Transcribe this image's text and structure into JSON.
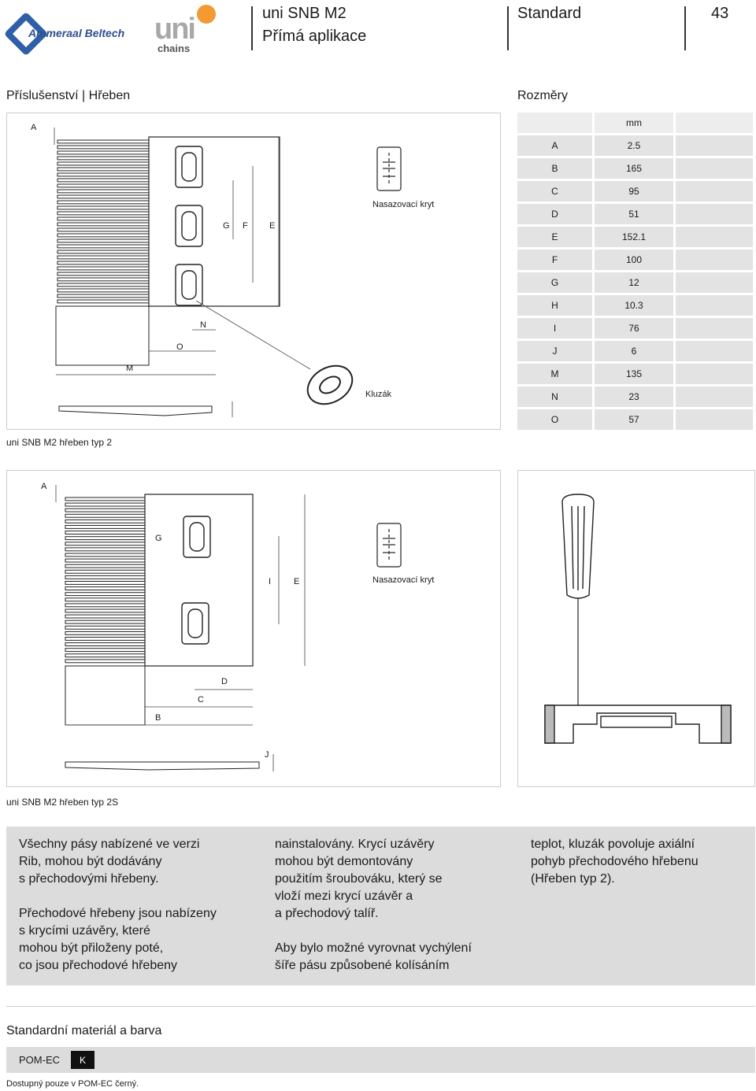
{
  "header": {
    "brand_ab": "Ammeraal Beltech",
    "brand_uni": "uni",
    "brand_uni_sub": "chains",
    "title_line1": "uni SNB M2",
    "title_line2": "Přímá aplikace",
    "category": "Standard",
    "page_number": "43"
  },
  "section_accessories": {
    "title": "Příslušenství | Hřeben"
  },
  "section_dims": {
    "title": "Rozměry"
  },
  "fig1": {
    "labels": {
      "A": "A",
      "G": "G",
      "F": "F",
      "E": "E",
      "N": "N",
      "O": "O",
      "M": "M"
    },
    "cover_label": "Nasazovací kryt",
    "slider_label": "Kluzák",
    "caption": "uni SNB M2 hřeben typ 2"
  },
  "dims": {
    "unit": "mm",
    "rows": [
      {
        "k": "A",
        "v": "2.5"
      },
      {
        "k": "B",
        "v": "165"
      },
      {
        "k": "C",
        "v": "95"
      },
      {
        "k": "D",
        "v": "51"
      },
      {
        "k": "E",
        "v": "152.1"
      },
      {
        "k": "F",
        "v": "100"
      },
      {
        "k": "G",
        "v": "12"
      },
      {
        "k": "H",
        "v": "10.3"
      },
      {
        "k": "I",
        "v": "76"
      },
      {
        "k": "J",
        "v": "6"
      },
      {
        "k": "M",
        "v": "135"
      },
      {
        "k": "N",
        "v": "23"
      },
      {
        "k": "O",
        "v": "57"
      }
    ]
  },
  "fig2": {
    "labels": {
      "A": "A",
      "G": "G",
      "I": "I",
      "E": "E",
      "D": "D",
      "C": "C",
      "B": "B",
      "J": "J"
    },
    "cover_label": "Nasazovací kryt",
    "caption": "uni SNB M2 hřeben typ 2S"
  },
  "description": {
    "col1": "Všechny pásy nabízené ve verzi\nRib, mohou být dodávány\ns přechodovými hřebeny.\n\nPřechodové hřebeny jsou nabízeny\ns krycími uzávěry, které\nmohou být přiloženy poté,\nco jsou přechodové hřebeny",
    "col2": "nainstalovány. Krycí uzávěry\nmohou být demontovány\npoužitím šroubováku, který se\nvloží mezi krycí uzávěr a\na přechodový talíř.\n\nAby bylo možné vyrovnat vychýlení\nšíře pásu způsobené kolísáním",
    "col3": "teplot, kluzák povoluje axiální\npohyb přechodového hřebenu\n(Hřeben typ 2)."
  },
  "material": {
    "title": "Standardní materiál a barva",
    "name": "POM-EC",
    "color_code": "K",
    "color_hex": "#111111",
    "note": "Dostupný pouze v POM-EC černý."
  }
}
